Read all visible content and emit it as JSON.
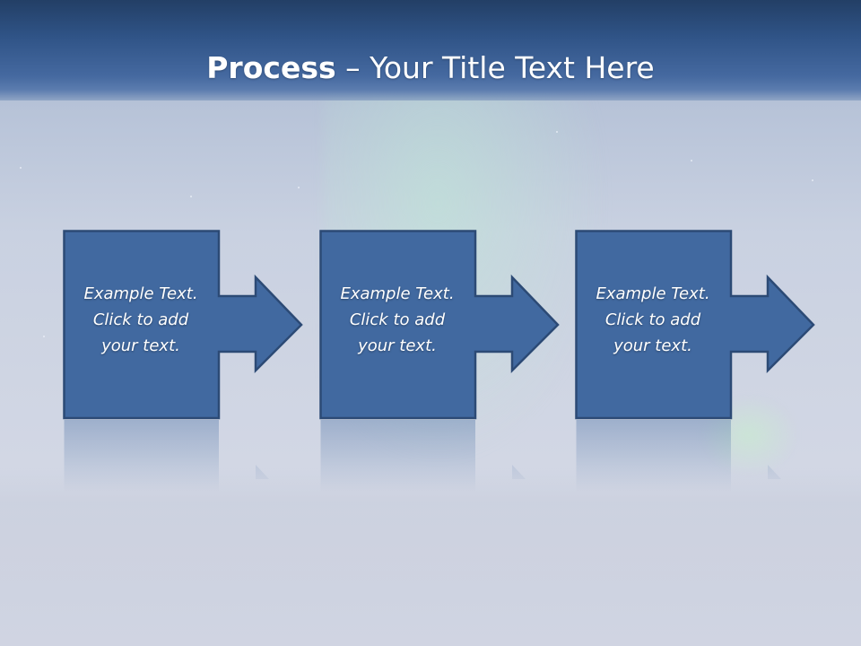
{
  "title": {
    "bold": "Process",
    "rest": " – Your Title Text Here"
  },
  "steps": [
    {
      "text": "Example Text. Click  to add your text."
    },
    {
      "text": "Example Text. Click  to add your text."
    },
    {
      "text": "Example Text. Click  to add your text."
    }
  ],
  "colors": {
    "box_fill": "#4169a0",
    "box_border": "#2c4a75",
    "header": "#2f5386"
  }
}
